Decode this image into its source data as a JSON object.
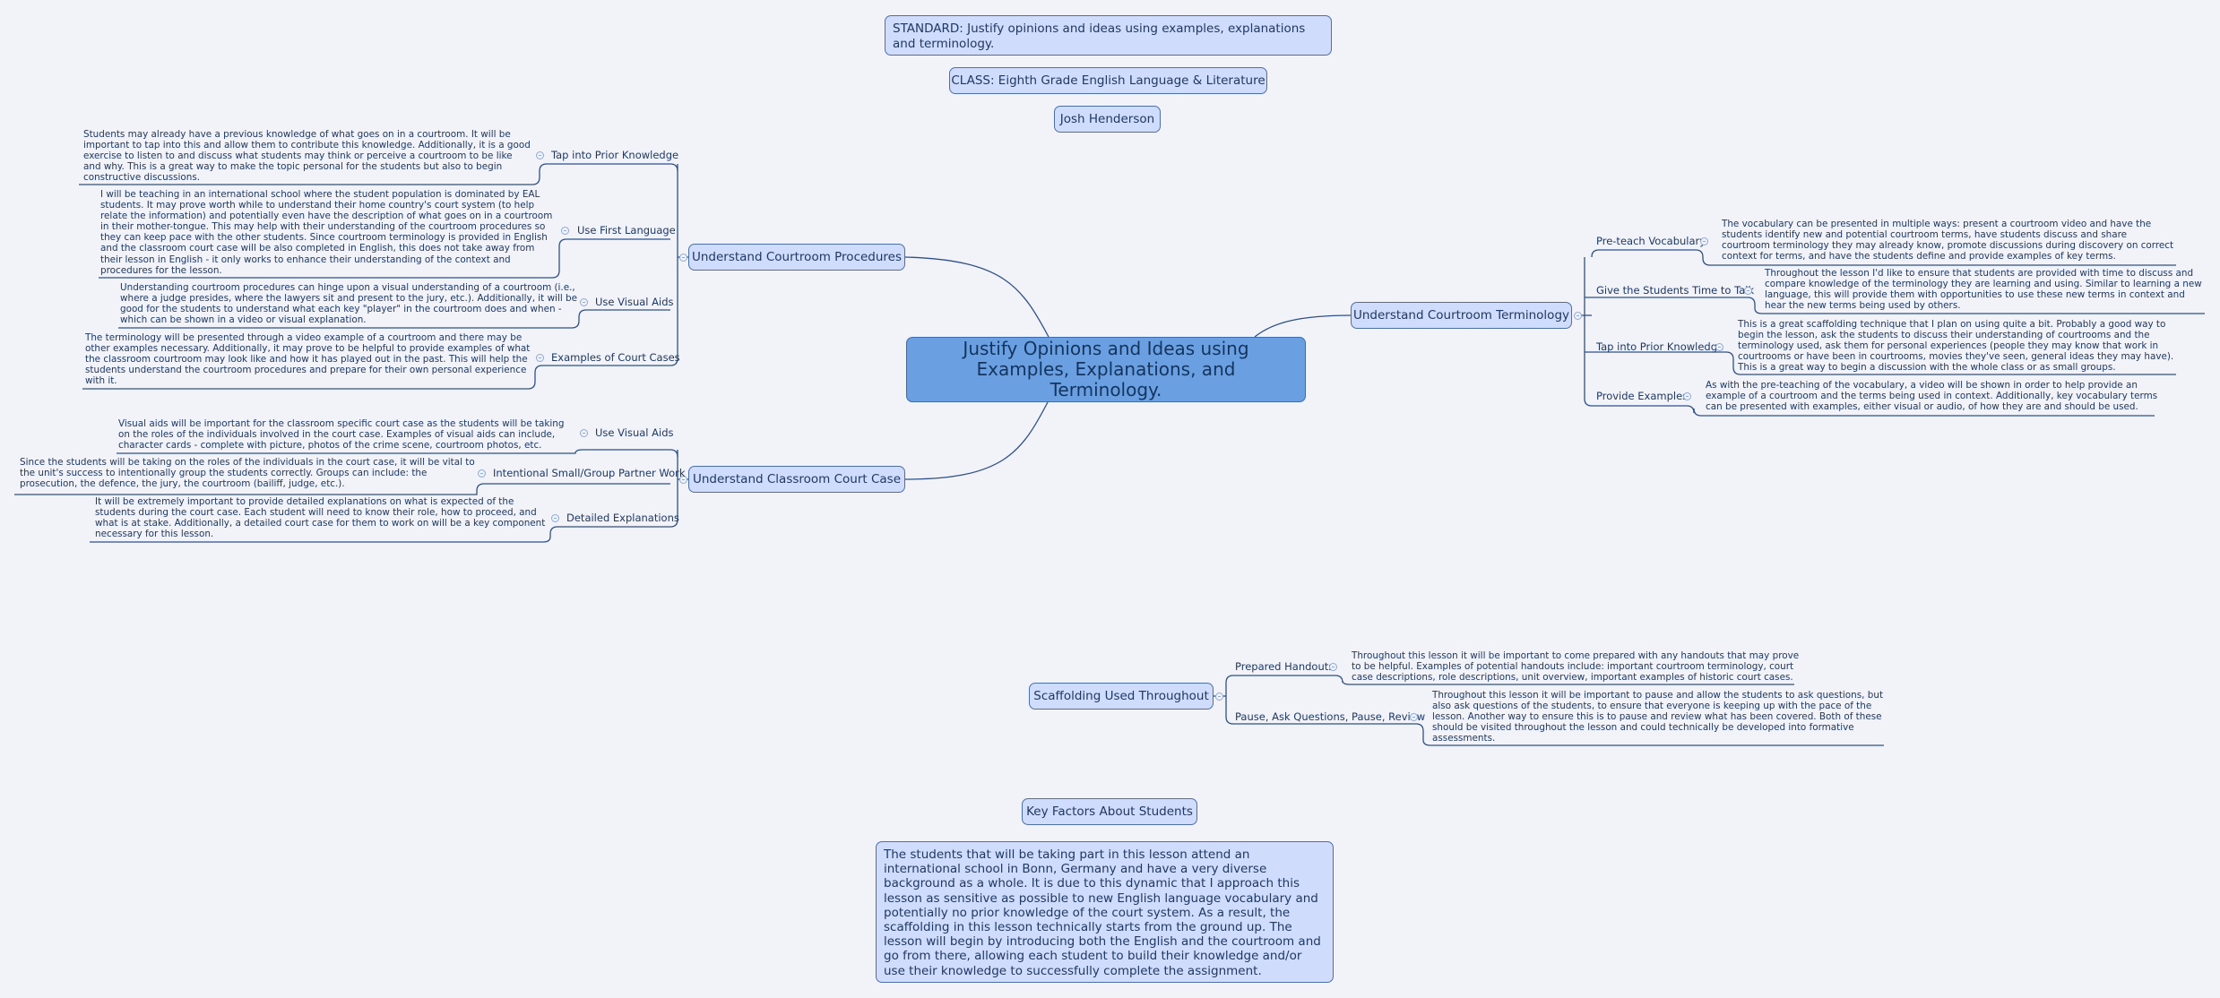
{
  "header": {
    "standard": "STANDARD: Justify opinions and ideas using examples, explanations and terminology.",
    "class": "CLASS: Eighth Grade English Language & Literature",
    "author": "Josh Henderson"
  },
  "central_topic": "Justify Opinions and Ideas using Examples, Explanations, and Terminology.",
  "branches": {
    "procedures": {
      "title": "Understand Courtroom Procedures",
      "items": [
        {
          "label": "Tap into Prior Knowledge",
          "note": "Students may already have a previous knowledge of what goes on in a courtroom.  It will be important to tap into this and allow them to contribute this knowledge.  Additionally, it is a good exercise to listen to and discuss what students may think or perceive a courtroom to be like and why.  This is a great way to make the topic personal for the students but also to begin constructive discussions."
        },
        {
          "label": "Use First Language",
          "note": "I will be teaching in an international school where the student population is dominated by EAL students.  It may prove worth while to understand their home country's court system (to help relate the information) and potentially even have the description of what goes on in a courtroom in their mother-tongue.  This may help with their understanding of the courtroom procedures so they can keep pace with the other students.  Since courtroom terminology is provided in English and the classroom court case will be also completed in English, this does not take away from their lesson in English - it only works to enhance their understanding of the context and procedures for the lesson."
        },
        {
          "label": "Use Visual Aids",
          "note": "Understanding courtroom procedures can hinge upon a visual understanding of a courtroom (i.e., where a judge presides, where the lawyers sit and present to the jury, etc.).  Additionally, it will be good for the students to understand what each key \"player\" in the courtroom does and when - which can be shown in a video or visual explanation."
        },
        {
          "label": "Examples of Court Cases",
          "note": "The terminology will be presented through a video example of a courtroom and there may be other examples necessary.  Additionally, it may prove to be helpful to provide examples of what the classroom courtroom may look like and how it has played out in the past.  This will help the students understand the courtroom procedures and prepare for their own personal experience with it."
        }
      ]
    },
    "court_case": {
      "title": "Understand Classroom Court Case",
      "items": [
        {
          "label": "Use Visual Aids",
          "note": "Visual aids will be important for the classroom specific court case as the students will be taking on the roles of the individuals involved in the court case.  Examples of visual aids can include, character cards - complete with picture, photos of the crime scene, courtroom photos, etc."
        },
        {
          "label": "Intentional Small/Group Partner Work",
          "note": "Since the students will be taking on the roles of the individuals in the court case, it will be vital to the unit's success to intentionally group the students correctly.  Groups can include: the prosecution, the defence, the jury, the courtroom (bailiff, judge, etc.)."
        },
        {
          "label": "Detailed Explanations",
          "note": "It will be extremely important to provide detailed explanations on what is expected of the students during the court case.  Each student will need to know their role, how to proceed, and what is at stake.  Additionally, a detailed court case for them to work on will be a key component necessary for this lesson."
        }
      ]
    },
    "terminology": {
      "title": "Understand Courtroom Terminology",
      "items": [
        {
          "label": "Pre-teach Vocabulary",
          "note": "The vocabulary can be presented in multiple ways: present a courtroom video and have the students identify new and potential courtroom terms, have students discuss and share courtroom terminology they may already know, promote discussions during discovery on correct context for terms, and have the students define and provide examples of key terms."
        },
        {
          "label": "Give the Students Time to Talk",
          "note": "Throughout the lesson I'd like to ensure that students are provided with time to discuss and compare knowledge of the terminology they are learning and using.  Similar to learning a new language, this will provide them with opportunities to use these new terms in context and hear the new terms being used by others."
        },
        {
          "label": "Tap into Prior Knowledge",
          "note": "This is a great scaffolding technique that I plan on using quite a bit.  Probably a good way to begin the lesson, ask the students to discuss their understanding of courtrooms and the terminology used, ask them for personal experiences (people they may know that work in courtrooms or have been in courtrooms, movies they've seen, general ideas they may have).  This is a great way to begin a discussion with the whole class or as small groups."
        },
        {
          "label": "Provide Examples",
          "note": "As with the pre-teaching of the vocabulary, a video will be shown in order to help provide an example of a courtroom and the terms being used in context.  Additionally, key vocabulary terms can be presented with examples, either visual or audio, of how they are and should be used."
        }
      ]
    },
    "scaffolding": {
      "title": "Scaffolding Used Throughout",
      "items": [
        {
          "label": "Prepared Handouts",
          "note": "Throughout this lesson it will be important to come prepared with any handouts that may prove to be helpful.  Examples of potential handouts include: important courtroom terminology, court case descriptions, role descriptions, unit overview, important examples of historic court cases."
        },
        {
          "label": "Pause, Ask Questions, Pause, Review",
          "note": "Throughout this lesson it will be important to pause and allow the students to ask questions, but also ask questions of the students, to ensure that everyone is keeping up with the pace of the lesson.  Another way to ensure this is to pause and review what has been covered.  Both of these should be visited throughout the lesson and could technically be developed into formative assessments."
        }
      ]
    }
  },
  "key_factors": {
    "title": "Key Factors About Students",
    "text": "The students that will be taking part in this lesson attend an international school in Bonn, Germany and have a very diverse background as a whole. It is due to this dynamic that I approach this lesson as sensitive as possible to new English language vocabulary and potentially no prior knowledge of the court system.  As a result, the scaffolding in this lesson technically starts from the ground up.  The lesson will begin by introducing both the English and the courtroom and go from there, allowing each student to build their knowledge and/or use their knowledge to successfully complete the assignment."
  },
  "colors": {
    "background": "#f1f3f8",
    "topic_fill": "#cfdcfb",
    "central_fill": "#6aa0e1",
    "line": "#2f5087"
  }
}
